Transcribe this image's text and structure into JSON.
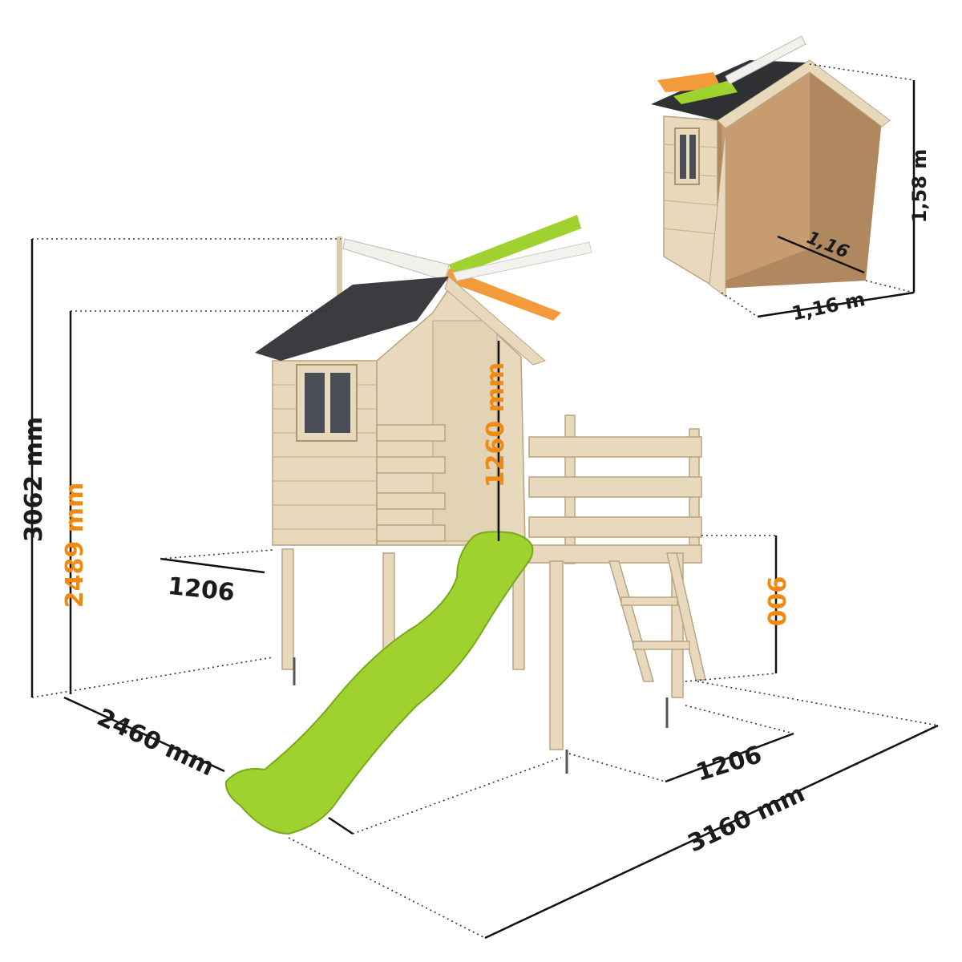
{
  "main_diagram": {
    "total_height": "3062 mm",
    "deck_height_to_roof": "2489 mm",
    "house_depth": "1206",
    "house_wall_height": "1260 mm",
    "platform_height": "900",
    "overall_depth": "2460 mm",
    "deck_width": "1206",
    "overall_width": "3160 mm"
  },
  "inset_diagram": {
    "height": "1,58 m",
    "inner_depth": "1,16",
    "width": "1,16 m"
  },
  "colors": {
    "dimension_text": "#1b1b1b",
    "highlight_text": "#f08a12",
    "slide": "#9fd22e",
    "roof": "#3a3c40",
    "wood": "#e8d9bd"
  }
}
